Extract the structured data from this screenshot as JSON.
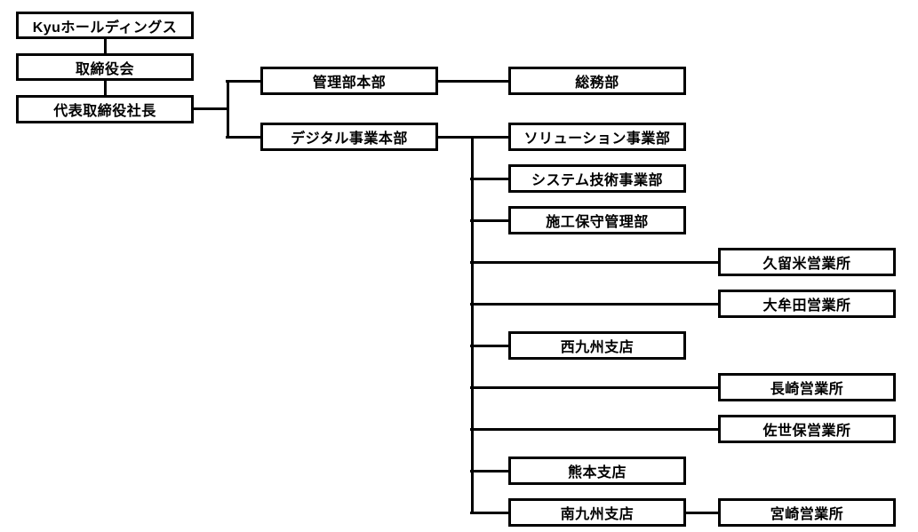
{
  "org_chart": {
    "title": "organization chart",
    "colors": {
      "background": "#ffffff",
      "box_border": "#000000",
      "text": "#000000",
      "line": "#000000"
    },
    "nodes": [
      {
        "id": "kyu-holdings",
        "label": "Kyuホールディングス"
      },
      {
        "id": "board-of-directors",
        "label": "取締役会"
      },
      {
        "id": "president",
        "label": "代表取締役社長"
      },
      {
        "id": "admin-hq",
        "label": "管理部本部"
      },
      {
        "id": "general-affairs",
        "label": "総務部"
      },
      {
        "id": "digital-business-hq",
        "label": "デジタル事業本部"
      },
      {
        "id": "solution-division",
        "label": "ソリューション事業部"
      },
      {
        "id": "system-tech-division",
        "label": "システム技術事業部"
      },
      {
        "id": "construction-maintenance",
        "label": "施工保守管理部"
      },
      {
        "id": "kurume-office",
        "label": "久留米営業所"
      },
      {
        "id": "omuta-office",
        "label": "大牟田営業所"
      },
      {
        "id": "nishi-kyushu-branch",
        "label": "西九州支店"
      },
      {
        "id": "nagasaki-office",
        "label": "長崎営業所"
      },
      {
        "id": "sasebo-office",
        "label": "佐世保営業所"
      },
      {
        "id": "kumamoto-branch",
        "label": "熊本支店"
      },
      {
        "id": "minami-kyushu-branch",
        "label": "南九州支店"
      },
      {
        "id": "miyazaki-office",
        "label": "宮崎営業所"
      }
    ],
    "edges": [
      {
        "from": "kyu-holdings",
        "to": "board-of-directors"
      },
      {
        "from": "board-of-directors",
        "to": "president"
      },
      {
        "from": "president",
        "to": "admin-hq"
      },
      {
        "from": "president",
        "to": "digital-business-hq"
      },
      {
        "from": "admin-hq",
        "to": "general-affairs"
      },
      {
        "from": "digital-business-hq",
        "to": "solution-division"
      },
      {
        "from": "digital-business-hq",
        "to": "system-tech-division"
      },
      {
        "from": "digital-business-hq",
        "to": "construction-maintenance"
      },
      {
        "from": "digital-business-hq",
        "to": "kurume-office"
      },
      {
        "from": "digital-business-hq",
        "to": "omuta-office"
      },
      {
        "from": "digital-business-hq",
        "to": "nishi-kyushu-branch"
      },
      {
        "from": "digital-business-hq",
        "to": "nagasaki-office"
      },
      {
        "from": "digital-business-hq",
        "to": "sasebo-office"
      },
      {
        "from": "digital-business-hq",
        "to": "kumamoto-branch"
      },
      {
        "from": "digital-business-hq",
        "to": "minami-kyushu-branch"
      },
      {
        "from": "minami-kyushu-branch",
        "to": "miyazaki-office"
      }
    ]
  }
}
